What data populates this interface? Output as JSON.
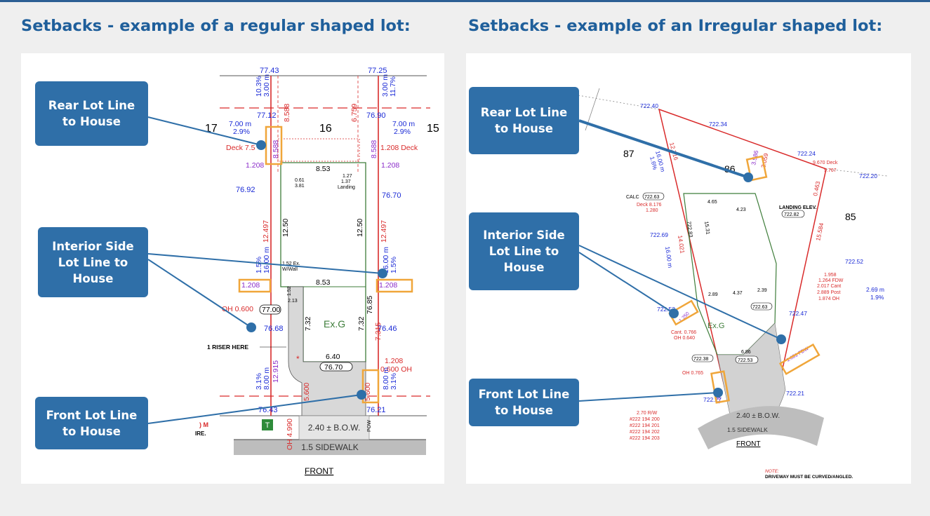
{
  "headings": {
    "left": "Setbacks - example of a regular shaped lot:",
    "right": "Setbacks - example of an Irregular shaped lot:"
  },
  "callouts": {
    "left_rear": "Rear Lot Line\nto House",
    "left_interior": "Interior Side\nLot Line to\nHouse",
    "left_front": "Front Lot Line\nto House",
    "right_rear": "Rear Lot Line\nto House",
    "right_interior": "Interior Side\nLot Line to\nHouse",
    "right_front": "Front Lot Line\nto House"
  },
  "left_plan": {
    "elev_top_left": "77.43",
    "elev_top_right": "77.25",
    "rear_dist_left": "3.00 m",
    "rear_pct_left": "10.3%",
    "rear_dist_right": "3.00 m",
    "rear_pct_right": "11.7%",
    "elev_rear_left": "77.12",
    "elev_rear_right": "76.90",
    "lot_left": "17",
    "lot_center": "16",
    "lot_right": "15",
    "side_dist_left": "7.00 m",
    "side_pct_left": "2.9%",
    "side_dist_right": "7.00 m",
    "side_pct_right": "2.9%",
    "rear_setback_left": "8.588",
    "rear_setback_right": "8.588",
    "rear_top_left": "8.588",
    "rear_top_right": "6.759",
    "deck_left": "Deck 7.5",
    "deck_right": "1.208 Deck",
    "side_setback_upper_left": "1.208",
    "side_setback_upper_right": "1.208",
    "house_width": "8.53",
    "small_dim_a": "0.61",
    "small_dim_b": "3.81",
    "landing_a": "1.27",
    "landing_b": "1.37",
    "landing_label": "Landing",
    "elev_mid_left": "76.92",
    "elev_mid_right": "76.70",
    "side_line_left": "12.497",
    "side_line_right": "12.497",
    "house_depth_left": "12.50",
    "house_depth_right": "12.50",
    "mid_dist_left": "16.00 m",
    "mid_pct_left": "1.5%",
    "mid_dist_right": "16.00 m",
    "mid_pct_right": "1.5%",
    "ex_walkout": "1.52 Ex.",
    "ex_walkout_b": "W/Wall",
    "interior_left": "1.208",
    "interior_right": "1.208",
    "house_width_lower": "8.53",
    "small_152": "1.52",
    "small_213": "2.13",
    "oh_left": "OH 0.600",
    "elev_garage": "77.00",
    "elev_box_right": "76.85",
    "side_lower_right": "7.315",
    "elev_low_left": "76.68",
    "elev_low_right": "76.46",
    "garage_depth_left": "7.32",
    "garage_depth_right": "7.32",
    "garage_label": "Ex.G",
    "riser_note": "1 RISER HERE",
    "driveway_width": "6.40",
    "driveway_elev": "76.70",
    "lower_right_a": "1.208",
    "lower_right_b": "0.600 OH",
    "front_dist_left": "8.00 m",
    "front_pct_left": "3.1%",
    "front_dist_right": "8.00 m",
    "front_pct_right": "3.1%",
    "front_side_left": "12.915",
    "front_setback_left": "5.600",
    "front_setback_right": "5.600",
    "elev_front_left": "76.43",
    "elev_front_right": "76.21",
    "bow": "2.40 ± B.O.W.",
    "tree_tag": "T",
    "oh_front": "OH 4.990",
    "pow": "POW",
    "cut_a": ") M",
    "cut_b": "IRE.",
    "sidewalk": "1.5 SIDEWALK",
    "front": "FRONT"
  },
  "right_plan": {
    "elev_a": "722.40",
    "elev_b": "722.34",
    "elev_c": "722.24",
    "deck_note": "9.670 Deck",
    "elev_c2": "9.767",
    "elev_d": "722.20",
    "lot_87": "87",
    "lot_86": "86",
    "lot_85": "85",
    "dim_12716": "12.716",
    "dim_1600m": "16.00 m",
    "dim_16pct": "1.6%",
    "calc": "CALC",
    "calc_elev": "722.63",
    "deck_b": "Deck 8.176",
    "dim_1280": "1.280",
    "dim_465": "4.65",
    "dim_423": "4.23",
    "landing": "LANDING ELEV.",
    "landing_elev": "722.82",
    "elev_side": "722.69",
    "elev_a2": "722.83",
    "dim_14021": "14.021",
    "dim_1531": "15.31",
    "dim_1600b": "16.00 m",
    "rear_setback": "3.586",
    "rear_setback_b": "3.059",
    "dim_0463": "0.463",
    "dim_15584": "15.584",
    "elev_right_a": "722.52",
    "note_a": "1.958",
    "note_b": "1.264 FDW",
    "note_c": "2.017 Cant",
    "note_d": "2.889 Post",
    "note_e": "1.874 OH",
    "dim_269": "2.69 m",
    "dim_19": "1.9%",
    "elev_interior": "722.53",
    "elev_r2": "722.47",
    "interior_setback": "1.250",
    "cant": "Cant. 0.766",
    "oh_b": "OH 0.640",
    "garage": "Ex.G",
    "dim_289": "2.89",
    "dim_437": "4.37",
    "dim_239": "2.39",
    "elev_g": "722.63",
    "elev_g2": "722.38",
    "interior_right": "1.681 FDW",
    "dim_686": "6.86",
    "elev_drive": "722.53",
    "oh_front": "OH 0.765",
    "elev_front_l": "722.27",
    "elev_front_r": "722.21",
    "front_setback": "5.666",
    "bow": "2.40 ± B.O.W.",
    "sidewalk": "1.5 SIDEWALK",
    "front": "FRONT",
    "rw": "2.70 R/W",
    "pin_a": "#222 194 200",
    "pin_b": "#222 194 201",
    "pin_c": "#222 194 202",
    "pin_d": "#222 194 203",
    "note_label": "NOTE:",
    "note_text": "DRIVEWAY MUST BE CURVED/ANGLED."
  },
  "colors": {
    "heading": "#1f5f9b",
    "callout": "#2f6fa8",
    "leader": "#2f6fa8",
    "highlight": "#f0a63a",
    "elev_blue": "#1b2bd6",
    "lot_red": "#d92b2b",
    "house_green": "#3e7d3a",
    "setback_purple": "#8a2bc9"
  }
}
